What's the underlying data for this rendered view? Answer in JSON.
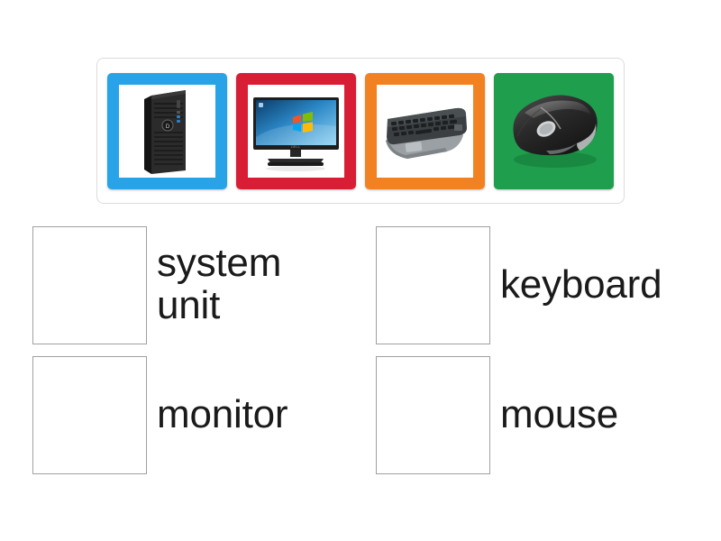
{
  "page": {
    "background_color": "#ffffff",
    "activity_type": "match-up"
  },
  "tile_tray": {
    "border_color": "#dcdcdc",
    "tiles": [
      {
        "id": "tile-system-unit",
        "icon_name": "desktop-tower-image",
        "alt": "black Dell desktop tower computer",
        "frame_color": "#29a3e8",
        "frame_style": "border",
        "photo_background": "#ffffff"
      },
      {
        "id": "tile-monitor",
        "icon_name": "monitor-image",
        "alt": "Dell widescreen monitor showing Windows desktop wallpaper",
        "frame_color": "#d81e35",
        "frame_style": "border",
        "photo_background": "#ffffff"
      },
      {
        "id": "tile-keyboard",
        "icon_name": "keyboard-image",
        "alt": "grey and black ergonomic computer keyboard",
        "frame_color": "#f28122",
        "frame_style": "border",
        "photo_background": "#ffffff"
      },
      {
        "id": "tile-mouse",
        "icon_name": "mouse-image",
        "alt": "black wireless computer mouse",
        "frame_color": "#1f9e4d",
        "frame_style": "fill",
        "photo_background": "#1f9e4d"
      }
    ]
  },
  "answers": {
    "rows": [
      {
        "left": {
          "label": "system\nunit",
          "drop_value": "",
          "wrap": true
        },
        "right": {
          "label": "keyboard",
          "drop_value": "",
          "wrap": false
        }
      },
      {
        "left": {
          "label": "monitor",
          "drop_value": "",
          "wrap": false
        },
        "right": {
          "label": "mouse",
          "drop_value": "",
          "wrap": false
        }
      }
    ]
  }
}
